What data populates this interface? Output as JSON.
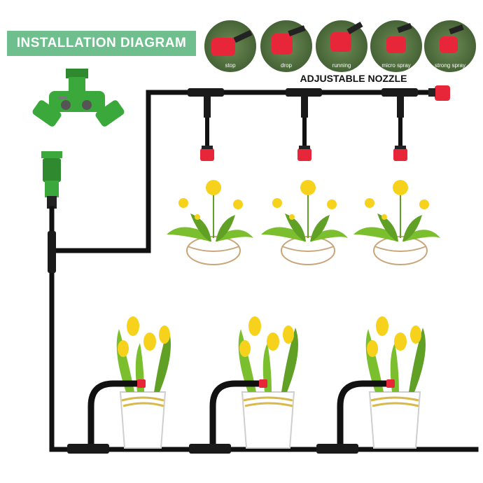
{
  "title": "INSTALLATION DIAGRAM",
  "nozzle_heading": "ADJUSTABLE NOZZLE",
  "nozzle_modes": [
    "stop",
    "drop",
    "running",
    "micro spray",
    "strong spray"
  ],
  "colors": {
    "banner": "#6fbf8e",
    "pipe": "#111111",
    "nozzle": "#e8263a",
    "connector": "#3aa83a",
    "leaf": "#7bbf2e",
    "flower": "#f6d21c",
    "pot_band": "#d9b94a"
  }
}
